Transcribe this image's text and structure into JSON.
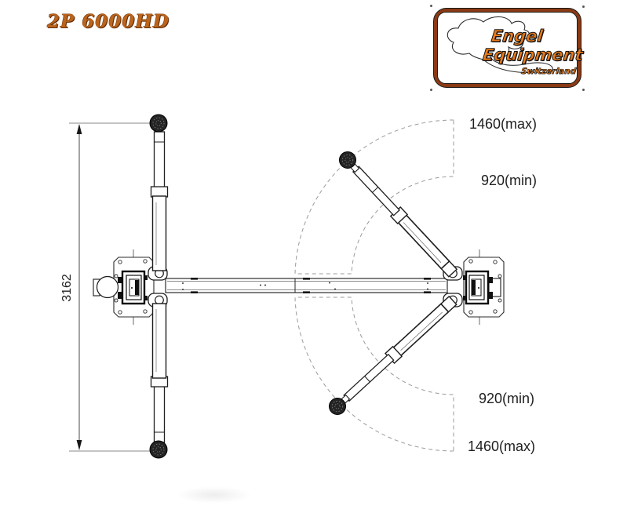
{
  "title": "2P 6000HD",
  "logo": {
    "name_line1": "Engel",
    "name_line2": "Equipment",
    "name_line3": "Switzerland"
  },
  "diagram": {
    "description": "Top view dimensional drawing of a two-post vehicle lift",
    "overall_width_dim": "3162",
    "label_top_max": "1460(max)",
    "label_top_min": "920(min)",
    "label_bottom_min": "920(min)",
    "label_bottom_max": "1460(max)"
  },
  "colors": {
    "title_orange": "#bc641c",
    "logo_text_orange": "#e87a18",
    "logo_border_brown": "#8a3a14",
    "drawing_line_dark": "#1a1a1a",
    "dimension_gray": "#8a8a8a",
    "arc_dash_gray": "#9b9b9b"
  }
}
